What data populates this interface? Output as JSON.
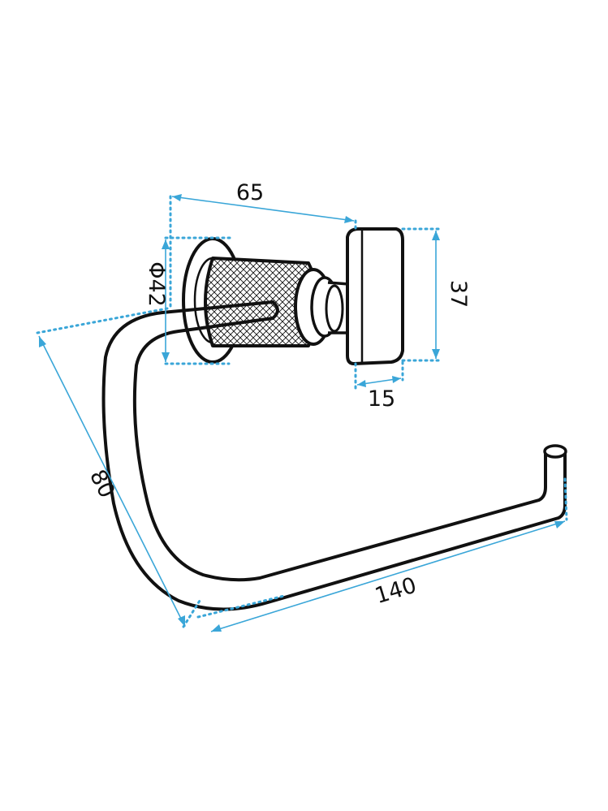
{
  "colors": {
    "dimension": "#3aa6d8",
    "outline": "#111111",
    "background": "#ffffff"
  },
  "dimensions": {
    "length": "140",
    "depth": "80",
    "projection": "65",
    "base_diameter": "Φ42",
    "end_height": "37",
    "end_width": "15"
  }
}
